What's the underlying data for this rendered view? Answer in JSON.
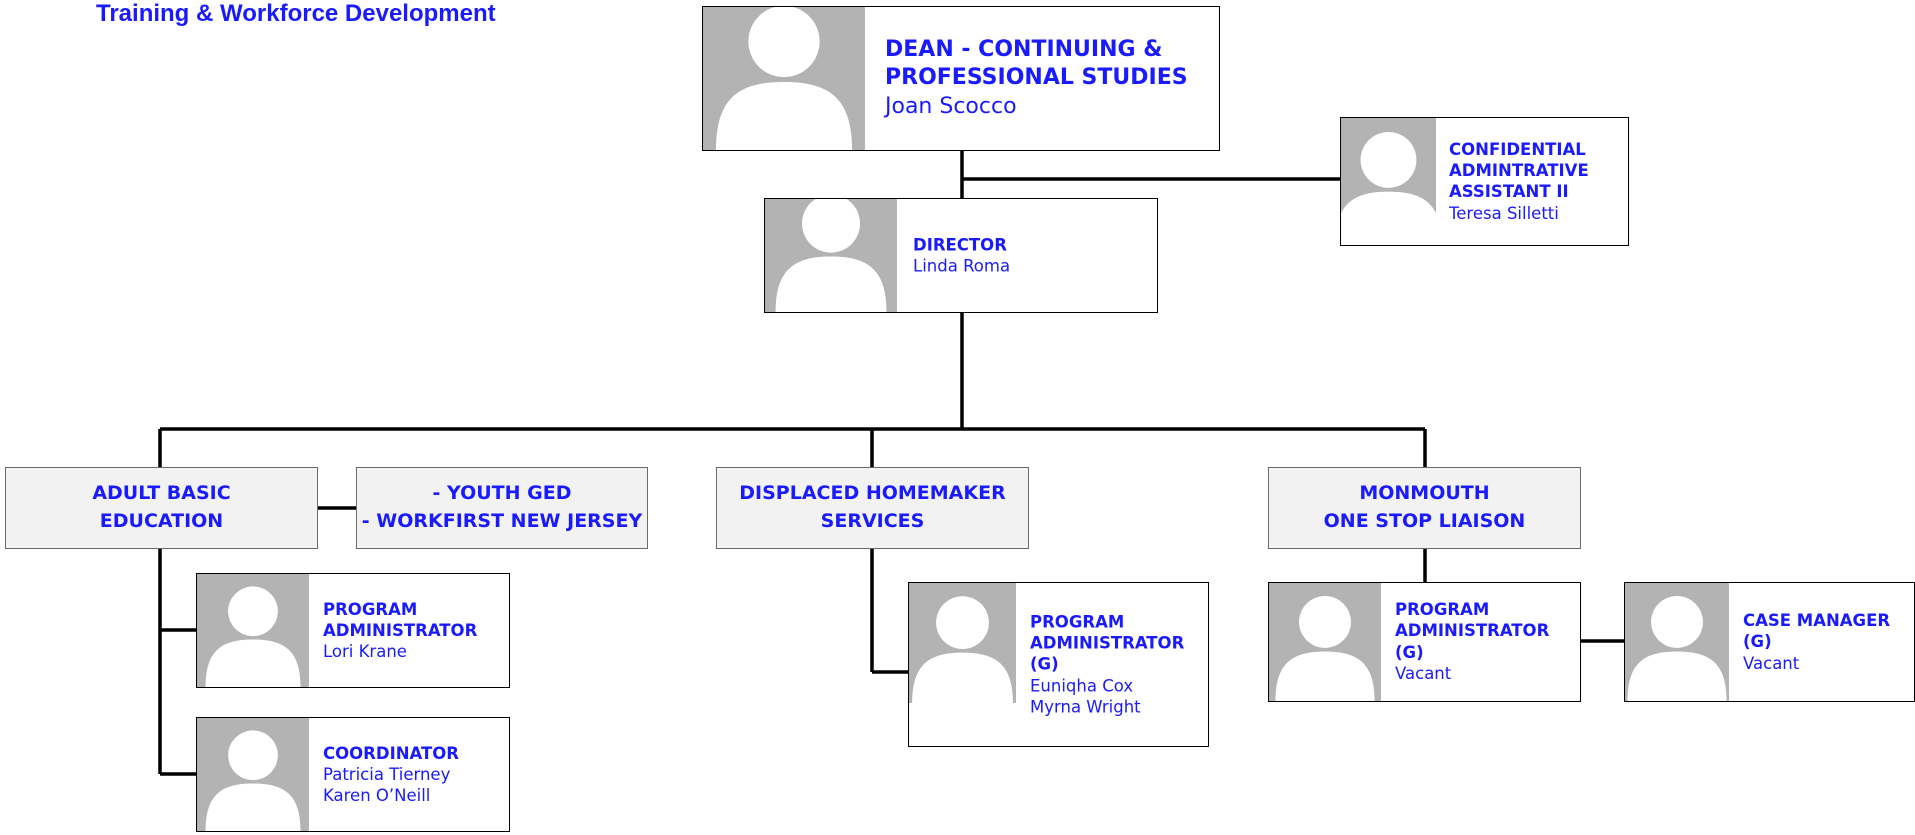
{
  "page_title": "Training & Workforce Development",
  "positions": {
    "dean": {
      "role": "DEAN - CONTINUING &\nPROFESSIONAL STUDIES",
      "name": "Joan Scocco"
    },
    "assistant": {
      "role": "CONFIDENTIAL\nADMINTRATIVE\nASSISTANT II",
      "name": "Teresa Silletti"
    },
    "director": {
      "role": "DIRECTOR",
      "name": "Linda Roma"
    },
    "abe_program_admin": {
      "role": "PROGRAM\nADMINISTRATOR",
      "name": "Lori Krane"
    },
    "abe_coordinator": {
      "role": "COORDINATOR",
      "name": "Patricia Tierney\nKaren O’Neill"
    },
    "dh_program_admin": {
      "role": "PROGRAM\nADMINISTRATOR (G)",
      "name": "Euniqha Cox\nMyrna Wright"
    },
    "os_program_admin": {
      "role": "PROGRAM\nADMINISTRATOR (G)",
      "name": "Vacant"
    },
    "os_case_manager": {
      "role": "CASE MANAGER\n(G)",
      "name": " Vacant"
    }
  },
  "units": {
    "adult_basic_education": "ADULT BASIC\nEDUCATION",
    "youth_workfirst": "- YOUTH GED\n- WORKFIRST NEW JERSEY",
    "displaced_homemaker": "DISPLACED HOMEMAKER\nSERVICES",
    "one_stop": "MONMOUTH\nONE STOP LIAISON"
  },
  "colors": {
    "text_accent": "#1a1aff",
    "photo_placeholder": "#b3b3b3",
    "unit_fill": "#f2f2f2",
    "connector": "#000000"
  },
  "icons": {
    "person_placeholder": "person-silhouette-icon"
  }
}
